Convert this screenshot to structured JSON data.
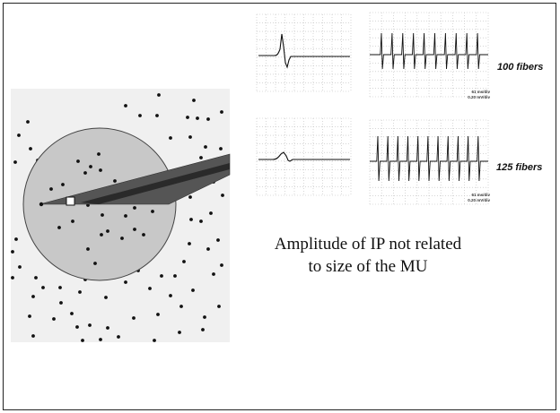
{
  "labels": {
    "fibers_top": "100 fibers",
    "fibers_bottom": "125 fibers",
    "scale_top_1": "61 ms/div",
    "scale_top_2": "0.20 mV/div",
    "scale_bottom_1": "61 ms/div",
    "scale_bottom_2": "0.20 mV/div"
  },
  "caption": {
    "line1": "Amplitude of IP not related",
    "line2": "to size of the MU"
  },
  "colors": {
    "panel_bg": "#f0f0f0",
    "circle_fill": "#c8c8c8",
    "needle_fill": "#555555",
    "needle_core": "#2a2a2a",
    "dot": "#111111",
    "grid": "#bdbdbd"
  }
}
